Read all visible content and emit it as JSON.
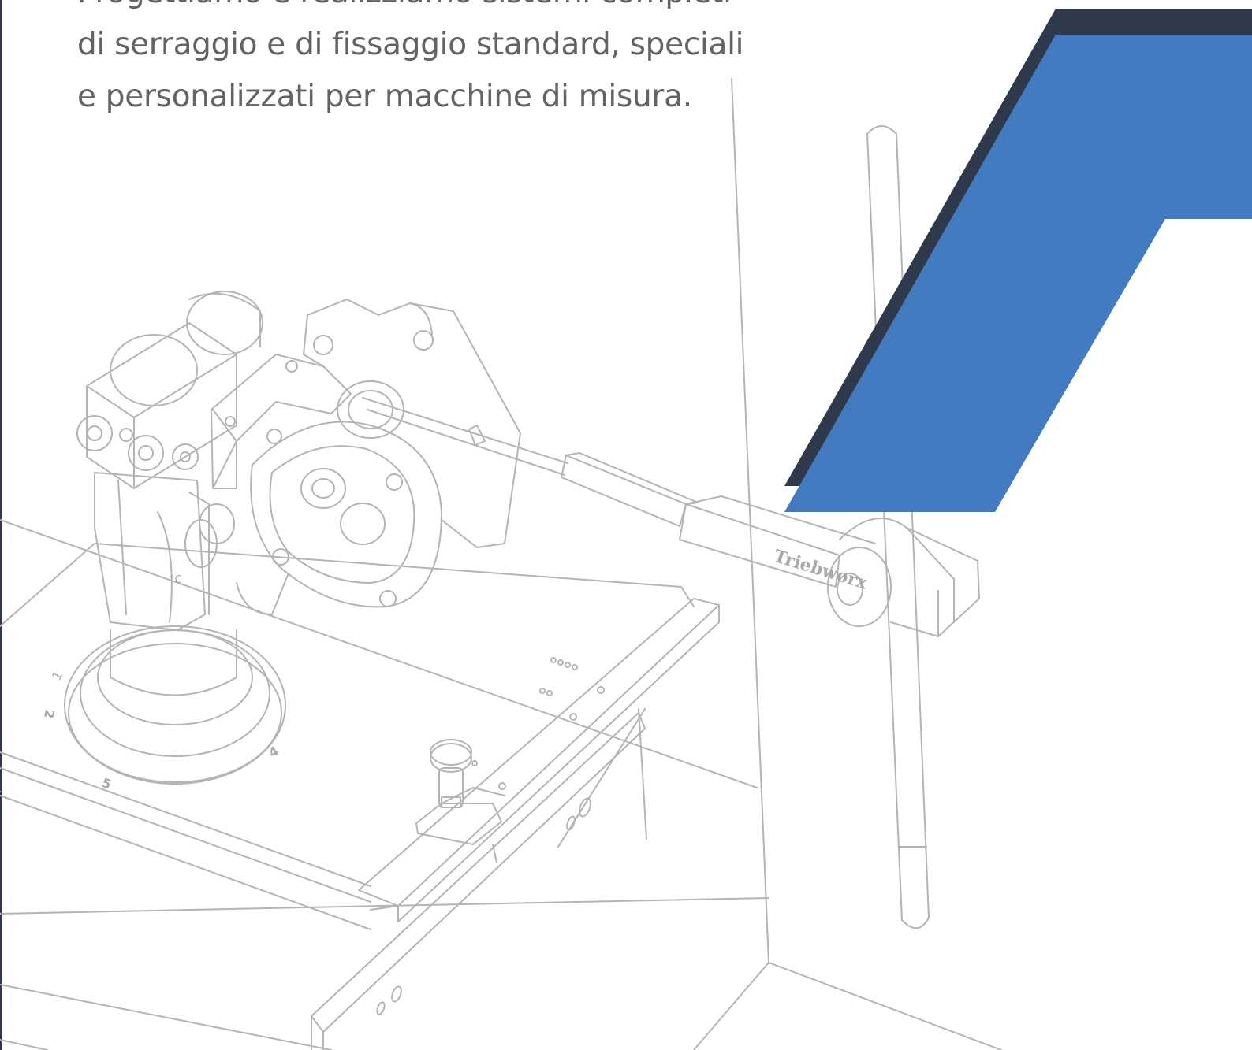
{
  "intro": {
    "lines": [
      "Progettiamo e realizziamo sistemi completi",
      "di serraggio e di fissaggio standard, speciali",
      "e personalizzati per macchine di misura."
    ]
  },
  "illustration": {
    "brand_engraving": "Triebworx",
    "dial_numbers": [
      "1",
      "2",
      "4",
      "5"
    ],
    "temperature_mark": "°C"
  },
  "colors": {
    "text": "#636363",
    "line_art": "#b4b4b4",
    "accent_blue": "#427bbf",
    "accent_dark": "#2e3a4b"
  }
}
